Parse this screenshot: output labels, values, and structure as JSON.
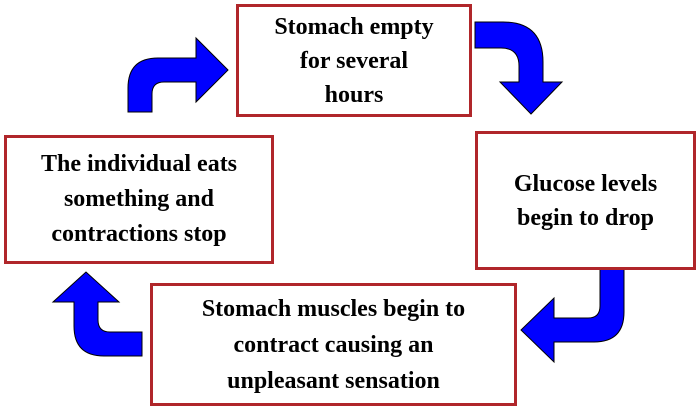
{
  "colors": {
    "box_border": "#b0262a",
    "arrow_fill": "#0000ff",
    "arrow_stroke": "#000000",
    "text": "#000000"
  },
  "steps": [
    {
      "id": "stomach-empty",
      "lines": [
        "Stomach empty",
        "for several",
        "hours"
      ]
    },
    {
      "id": "glucose-drop",
      "lines": [
        "Glucose levels",
        "begin to drop"
      ]
    },
    {
      "id": "stomach-contract",
      "lines": [
        "Stomach muscles begin to",
        "contract causing an",
        "unpleasant sensation"
      ]
    },
    {
      "id": "individual-eats",
      "lines": [
        "The individual eats",
        "something and",
        "contractions stop"
      ]
    }
  ],
  "arrows": [
    {
      "from": "stomach-empty",
      "to": "glucose-drop",
      "icon": "curved-arrow-down-right-icon"
    },
    {
      "from": "glucose-drop",
      "to": "stomach-contract",
      "icon": "curved-arrow-down-left-icon"
    },
    {
      "from": "stomach-contract",
      "to": "individual-eats",
      "icon": "curved-arrow-up-left-icon"
    },
    {
      "from": "individual-eats",
      "to": "stomach-empty",
      "icon": "curved-arrow-up-right-icon"
    }
  ]
}
